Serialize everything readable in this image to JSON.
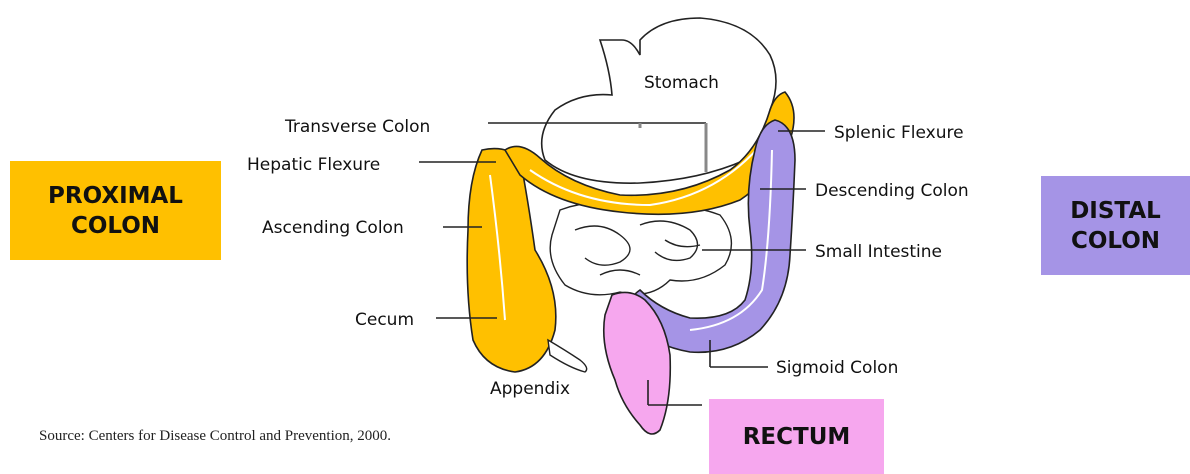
{
  "regions": {
    "proximal": "PROXIMAL\nCOLON",
    "distal": "DISTAL\nCOLON",
    "rectum": "RECTUM"
  },
  "labels": {
    "stomach": "Stomach",
    "transverse_colon": "Transverse Colon",
    "splenic_flexure": "Splenic Flexure",
    "hepatic_flexure": "Hepatic Flexure",
    "descending_colon": "Descending Colon",
    "ascending_colon": "Ascending Colon",
    "small_intestine": "Small Intestine",
    "cecum": "Cecum",
    "sigmoid_colon": "Sigmoid Colon",
    "appendix": "Appendix"
  },
  "source": "Source: Centers for Disease Control and Prevention, 2000.",
  "colors": {
    "proximal": "#ffc000",
    "distal": "#a594e6",
    "rectum": "#f6a7ee"
  }
}
